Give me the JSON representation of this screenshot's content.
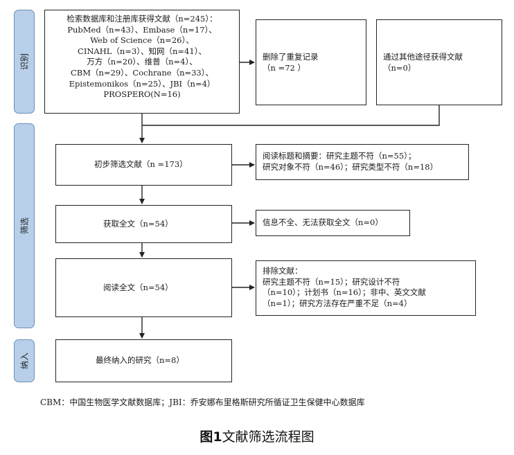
{
  "stages": {
    "identification": "识别",
    "screening": "筛选",
    "inclusion": "纳入"
  },
  "boxes": {
    "search": [
      "检索数据库和注册库获得文献（n=245）：",
      "PubMed（n=43）、Embase（n=17）、",
      "Web of Science（n=26）、",
      "CINAHL（n=3）、知网（n=41）、",
      "万方（n=20）、维普（n=4）、",
      "CBM（n=29）、Cochrane（n=33）、",
      "Epistemonikos（n=25）、JBI（n=4）",
      "PROSPERO(N=16)"
    ],
    "duplicates": [
      "删除了重复记录",
      "（n =72 ）"
    ],
    "other_sources": [
      "通过其他途径获得文献",
      "（n=0）"
    ],
    "initial_screen": "初步筛选文献（n =173）",
    "exclusion_title_abstract": [
      "阅读标题和摘要：研究主题不符（n=55）；",
      "研究对象不符（n=46）；研究类型不符（n=18）"
    ],
    "full_text_retrieval": "获取全文（n=54）",
    "exclusion_unavailable": "信息不全、无法获取全文（n=0）",
    "full_text_read": "阅读全文（n=54）",
    "exclusion_full_text": [
      "排除文献：",
      "研究主题不符（n=15）；研究设计不符",
      "（n=10）；计划书（n=16）；非中、英文文献",
      "（n=1）；研究方法存在严重不足（n=4）"
    ],
    "final_included": "最终纳入的研究（n=8）"
  },
  "footnote": "CBM：中国生物医学文献数据库；JBI：乔安娜布里格斯研究所循证卫生保健中心数据库",
  "caption": {
    "figure_number": "图1",
    "title": "文献筛选流程图"
  },
  "colors": {
    "stage_fill": "#b7cfe8",
    "stage_border": "#6a8fb8",
    "line": "#222222"
  }
}
